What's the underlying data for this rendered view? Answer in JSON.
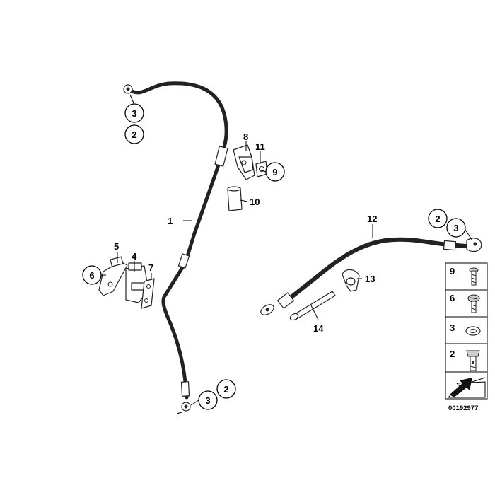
{
  "parts": {
    "p1": "1",
    "p2": "2",
    "p3": "3",
    "p4": "4",
    "p5": "5",
    "p6": "6",
    "p7": "7",
    "p8": "8",
    "p9": "9",
    "p10": "10",
    "p11": "11",
    "p12": "12",
    "p13": "13",
    "p14": "14"
  },
  "legend": {
    "items": [
      {
        "number": "9",
        "icon": "bolt-icon"
      },
      {
        "number": "6",
        "icon": "pan-head-screw-icon"
      },
      {
        "number": "3",
        "icon": "washer-icon"
      },
      {
        "number": "2",
        "icon": "banjo-bolt-icon"
      }
    ]
  },
  "reference_number": "00192977"
}
